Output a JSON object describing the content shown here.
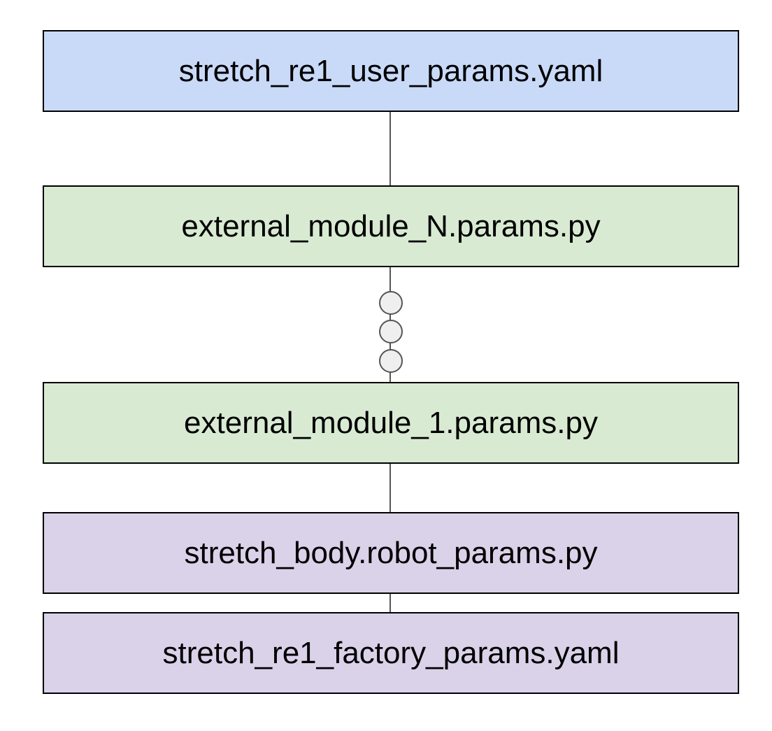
{
  "nodes": [
    {
      "label": "stretch_re1_user_params.yaml",
      "fill": "#c9daf8"
    },
    {
      "label": "external_module_N.params.py",
      "fill": "#d9ead3"
    },
    {
      "label": "external_module_1.params.py",
      "fill": "#d9ead3"
    },
    {
      "label": "stretch_body.robot_params.py",
      "fill": "#d9d2e9"
    },
    {
      "label": "stretch_re1_factory_params.yaml",
      "fill": "#d9d2e9"
    }
  ],
  "colors": {
    "border": "#000000",
    "connector": "#555555",
    "ellipsis_dot_fill": "#efefef"
  },
  "ellipsis": {
    "icon": "ellipsis-dots",
    "count": 3
  }
}
